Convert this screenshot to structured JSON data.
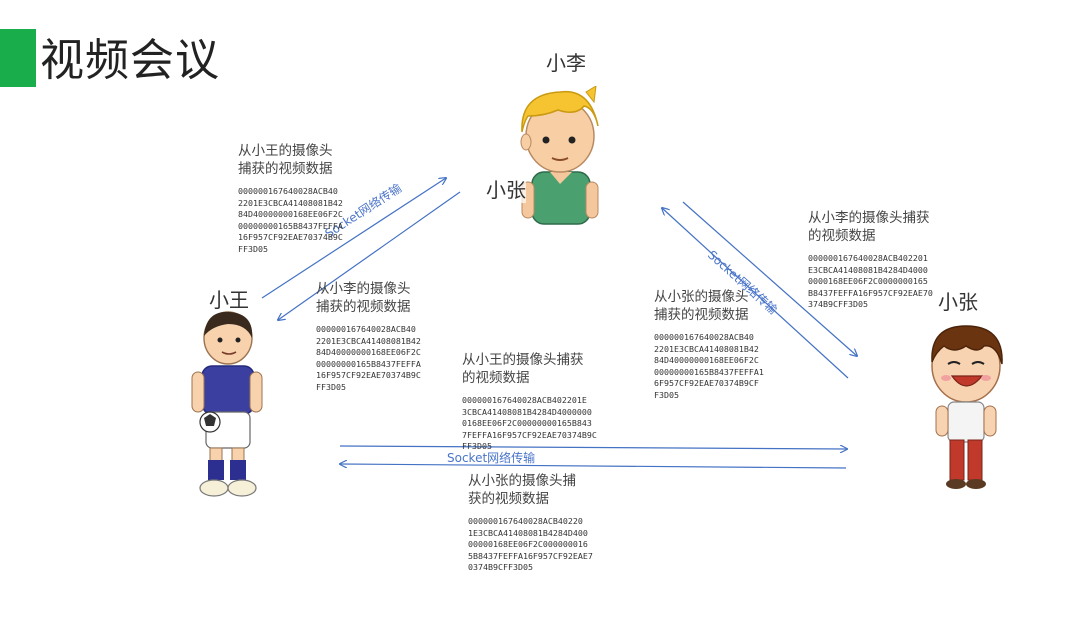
{
  "title": "视频会议",
  "colors": {
    "accent": "#1aad4b",
    "arrow": "#4472c4"
  },
  "people": {
    "li": {
      "name": "小李"
    },
    "wang": {
      "name": "小王"
    },
    "zhang": {
      "name": "小张"
    },
    "zhang_overlay": {
      "name": "小张"
    }
  },
  "arrow_label": "Socket网络传输",
  "blocks": {
    "wang_to_li": {
      "caption": [
        "从小王的摄像头",
        "捕获的视频数据"
      ],
      "hex": [
        "000000167640028ACB40",
        "2201E3CBCA41408081B42",
        "84D40000000168EE06F2C",
        "00000000165B8437FEFFA",
        "16F957CF92EAE70374B9C",
        "FF3D05"
      ]
    },
    "li_to_wang": {
      "caption": [
        "从小李的摄像头",
        "捕获的视频数据"
      ],
      "hex": [
        "000000167640028ACB40",
        "2201E3CBCA41408081B42",
        "84D40000000168EE06F2C",
        "00000000165B8437FEFFA",
        "16F957CF92EAE70374B9C",
        "FF3D05"
      ]
    },
    "li_to_zhang": {
      "caption": [
        "从小李的摄像头捕获",
        "的视频数据"
      ],
      "hex": [
        "000000167640028ACB402201",
        "E3CBCA41408081B4284D4000",
        "0000168EE06F2C0000000165",
        "B8437FEFFA16F957CF92EAE70",
        "374B9CFF3D05"
      ]
    },
    "zhang_to_li": {
      "caption": [
        "从小张的摄像头",
        "捕获的视频数据"
      ],
      "hex": [
        "000000167640028ACB40",
        "2201E3CBCA41408081B42",
        "84D40000000168EE06F2C",
        "00000000165B8437FEFFA1",
        "6F957CF92EAE70374B9CF",
        "F3D05"
      ]
    },
    "wang_to_zhang": {
      "caption": [
        "从小王的摄像头捕获",
        "的视频数据"
      ],
      "hex": [
        "000000167640028ACB402201E",
        "3CBCA41408081B4284D4000000",
        "0168EE06F2C00000000165B843",
        "7FEFFA16F957CF92EAE70374B9C",
        "FF3D05"
      ]
    },
    "zhang_to_wang": {
      "caption": [
        "从小张的摄像头捕",
        "获的视频数据"
      ],
      "hex": [
        "000000167640028ACB40220",
        "1E3CBCA41408081B4284D400",
        "00000168EE06F2C000000016",
        "5B8437FEFFA16F957CF92EAE7",
        "0374B9CFF3D05"
      ]
    }
  }
}
